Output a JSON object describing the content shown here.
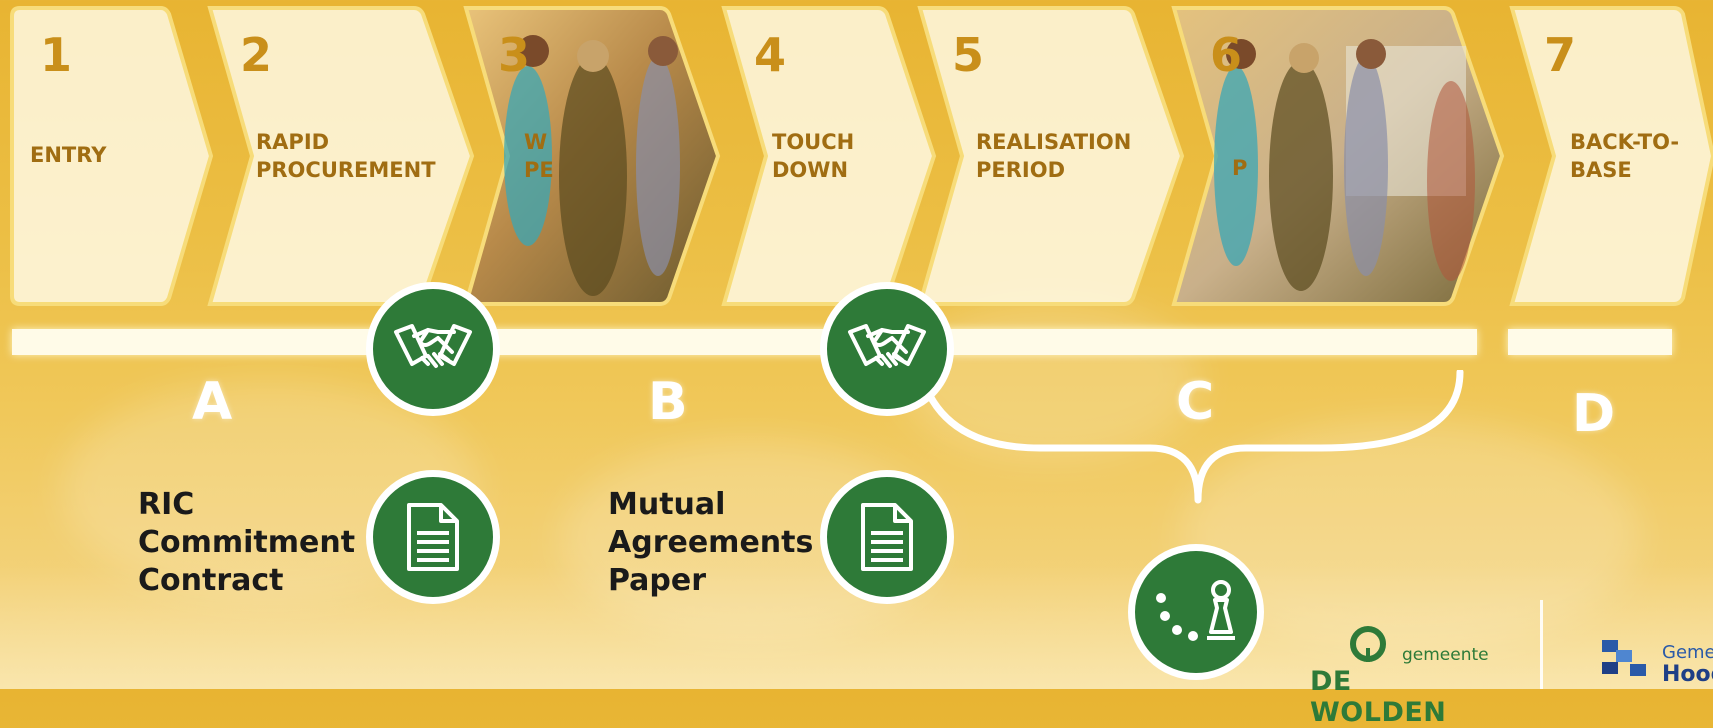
{
  "steps": [
    {
      "num": "1",
      "label": "ENTRY"
    },
    {
      "num": "2",
      "label": "RAPID\nPROCUREMENT"
    },
    {
      "num": "3",
      "label": "W\nPE"
    },
    {
      "num": "4",
      "label": "TOUCH\nDOWN"
    },
    {
      "num": "5",
      "label": "REALISATION\nPERIOD"
    },
    {
      "num": "6",
      "label": "P"
    },
    {
      "num": "7",
      "label": "BACK-TO-\nBASE"
    }
  ],
  "phases": [
    "A",
    "B",
    "C",
    "D"
  ],
  "documents": [
    {
      "label": "RIC\nCommitment\nContract"
    },
    {
      "label": "Mutual\nAgreements\nPaper"
    }
  ],
  "icons": {
    "handshake": "handshake-icon",
    "document": "document-icon",
    "strategy": "chess-pawn-icon"
  },
  "colors": {
    "green": "#2e7a38",
    "step_text": "#a06d12",
    "step_number": "#c98f1a",
    "background": "#ecbf45"
  },
  "logos": {
    "wolden_small": "gemeente",
    "wolden_big": "DE WOLDEN",
    "hoog_small": "Geme",
    "hoog_big": "Hoog"
  }
}
